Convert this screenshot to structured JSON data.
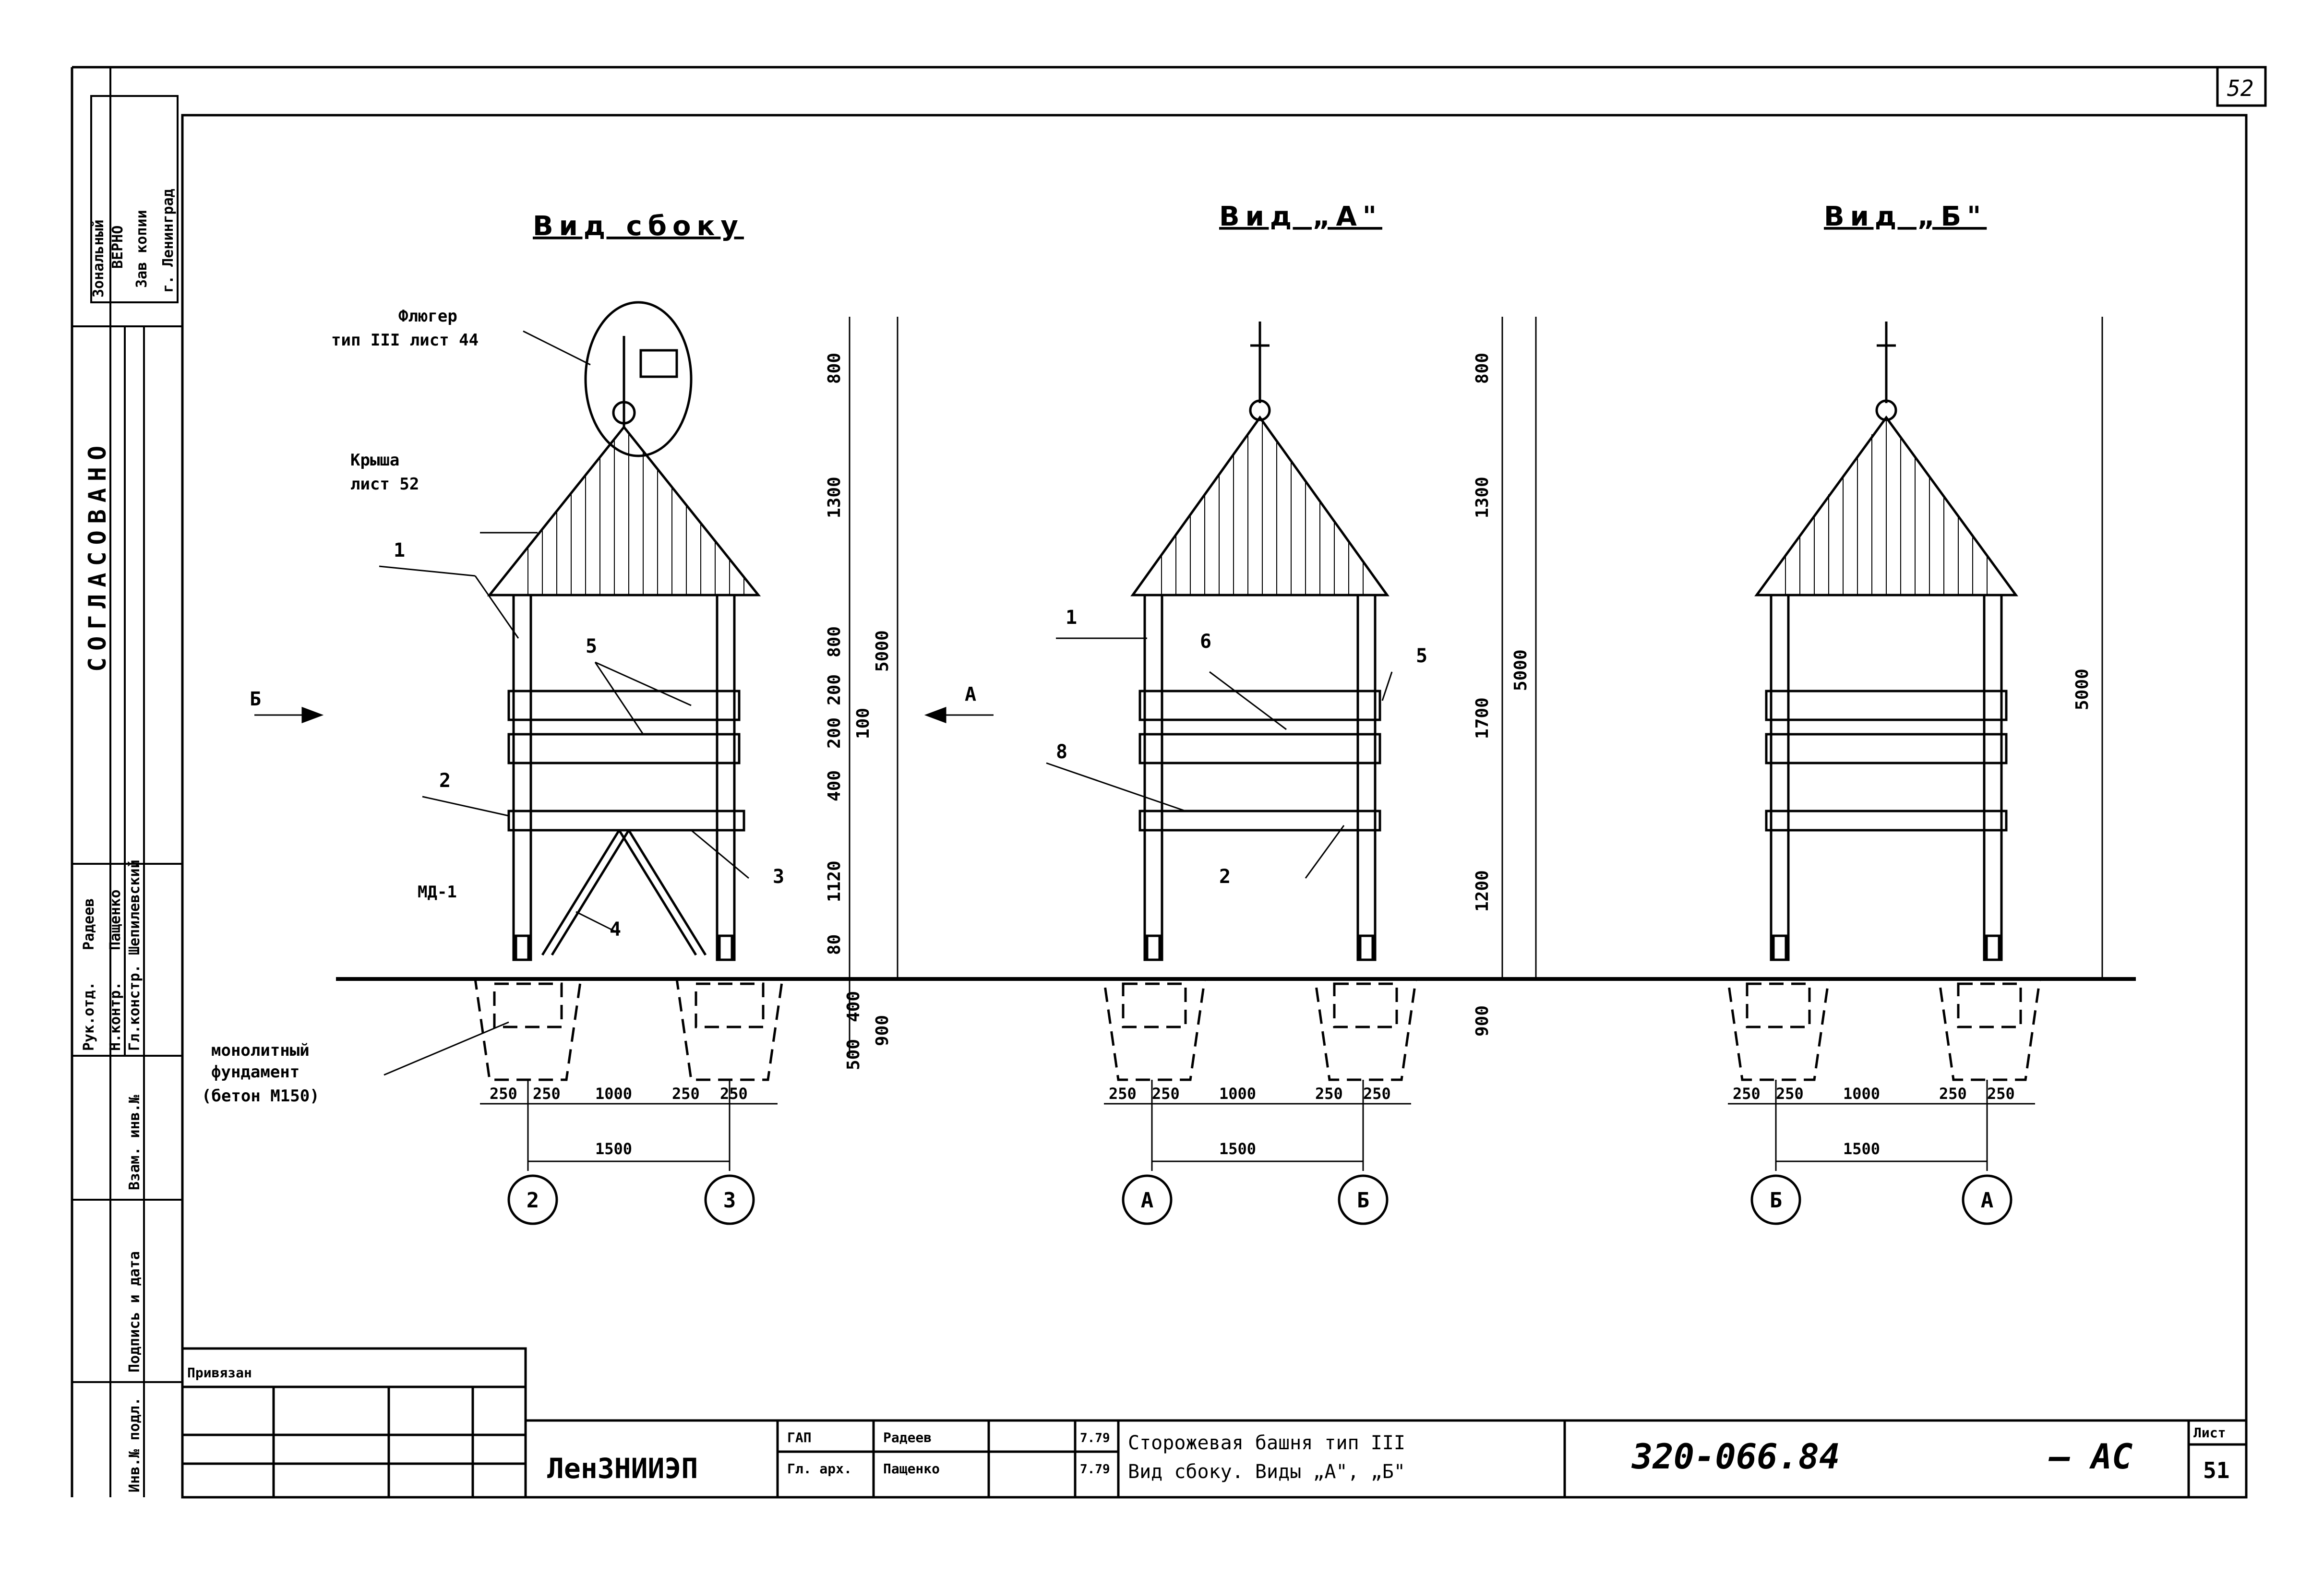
{
  "sheet_number_top": "52",
  "sheet_number_bottom": "51",
  "sheet_label": "Лист",
  "stamp_left_top": [
    "Зональный",
    "ВЕРНО",
    "Зав копии",
    "г. Ленинград"
  ],
  "agreed": "СОГЛАСОВАНО",
  "left_strip": [
    "Рук.отд.",
    "Н.контр.",
    "Гл.констр.",
    "Радеев",
    "Пащенко",
    "Шепилевский",
    "Взам. инв.№",
    "Подпись и дата",
    "Инв.№ подл."
  ],
  "views": {
    "side": {
      "title": "Вид сбоку",
      "mark_left": "Б"
    },
    "a": {
      "title": "Вид „А\"",
      "mark_left": "А"
    },
    "b": {
      "title": "Вид „Б\""
    }
  },
  "callouts": {
    "weathervane": "Флюгер",
    "weathervane_ref": "тип III лист 44",
    "roof": "Крыша",
    "roof_ref": "лист 52",
    "md": "МД-1",
    "foundation1": "монолитный",
    "foundation2": "фундамент",
    "foundation3": "(бетон М150)",
    "n1": "1",
    "n2": "2",
    "n3": "3",
    "n4": "4",
    "n5": "5",
    "n6": "6",
    "n8": "8"
  },
  "dims_side": [
    "800",
    "1300",
    "800",
    "200",
    "200",
    "400",
    "1120",
    "80",
    "5000",
    "100",
    "900",
    "400",
    "500"
  ],
  "dims_a": [
    "800",
    "1300",
    "1700",
    "1200",
    "5000",
    "900"
  ],
  "dims_b": [
    "5000"
  ],
  "dims_bottom": [
    "250",
    "250",
    "1000",
    "250",
    "250",
    "1500"
  ],
  "axes": {
    "side": [
      "2",
      "3"
    ],
    "a": [
      "А",
      "Б"
    ],
    "b": [
      "Б",
      "А"
    ]
  },
  "title_block": {
    "bound": "Привязан",
    "org": "ЛенЗНИИЭП",
    "role1": "ГАП",
    "role2": "Гл. арх.",
    "name1": "Радеев",
    "name2": "Пащенко",
    "date1": "7.79",
    "date2": "7.79",
    "desc1": "Сторожевая башня тип III",
    "desc2": "Вид сбоку. Виды „А\", „Б\"",
    "code": "320-066.84",
    "suffix": "– АС"
  }
}
